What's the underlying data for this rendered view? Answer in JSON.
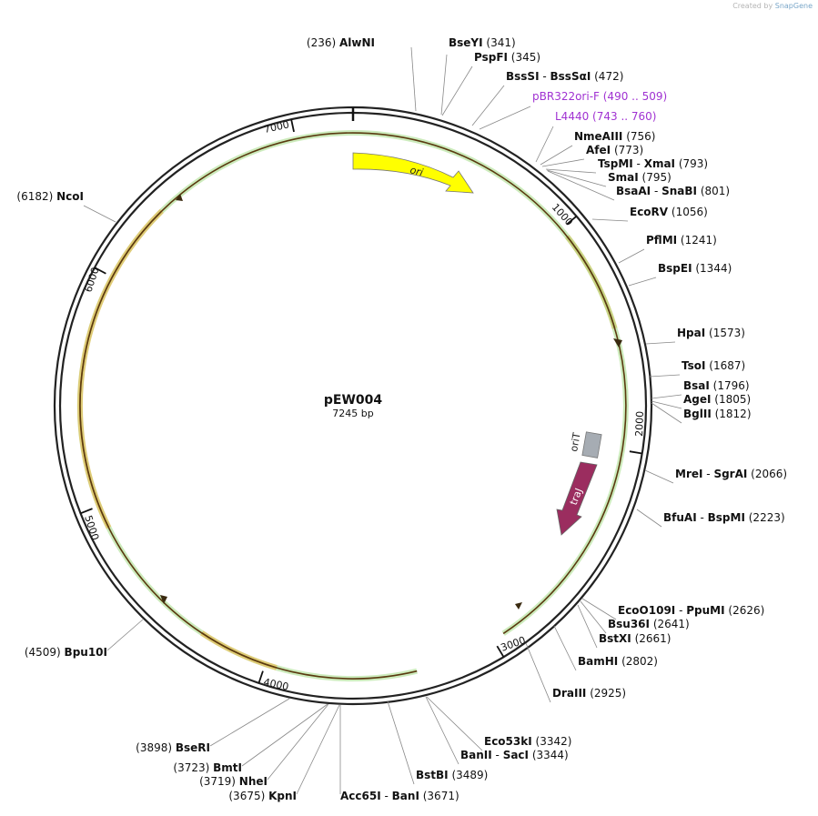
{
  "plasmid": {
    "name": "pEW004",
    "length_label": "7245 bp",
    "length": 7245
  },
  "credit": {
    "prefix": "Created by",
    "brand": "SnapGene"
  },
  "ticks": [
    {
      "bp": 1000,
      "label": "1000"
    },
    {
      "bp": 2000,
      "label": "2000"
    },
    {
      "bp": 3000,
      "label": "3000"
    },
    {
      "bp": 4000,
      "label": "4000"
    },
    {
      "bp": 5000,
      "label": "5000"
    },
    {
      "bp": 6000,
      "label": "6000"
    },
    {
      "bp": 7000,
      "label": "7000"
    }
  ],
  "features": [
    {
      "name": "ori",
      "kind": "ori",
      "label": "ori",
      "color": "#ffff00"
    },
    {
      "name": "oriT",
      "kind": "box",
      "label": "oriT",
      "color": "#a6acb3"
    },
    {
      "name": "traJ",
      "kind": "cds",
      "label": "traJ",
      "color": "#9b2d5f"
    }
  ],
  "orf_colors": {
    "orange": "#f5a623",
    "green": "#8ed36a"
  },
  "sites": [
    {
      "enzymes": [
        "AlwNI"
      ],
      "pos": "(236)",
      "side": "left"
    },
    {
      "enzymes": [
        "BseYI"
      ],
      "pos": "(341)",
      "side": "right"
    },
    {
      "enzymes": [
        "PspFI"
      ],
      "pos": "(345)",
      "side": "right"
    },
    {
      "enzymes": [
        "BssSI",
        "BssSαI"
      ],
      "pos": "(472)",
      "side": "right"
    },
    {
      "enzymes": [
        "pBR322ori-F"
      ],
      "pos": "(490 .. 509)",
      "side": "right",
      "primer": true
    },
    {
      "enzymes": [
        "L4440"
      ],
      "pos": "(743 .. 760)",
      "side": "right",
      "primer": true
    },
    {
      "enzymes": [
        "NmeAIII"
      ],
      "pos": "(756)",
      "side": "right"
    },
    {
      "enzymes": [
        "AfeI"
      ],
      "pos": "(773)",
      "side": "right"
    },
    {
      "enzymes": [
        "TspMI",
        "XmaI"
      ],
      "pos": "(793)",
      "side": "right"
    },
    {
      "enzymes": [
        "SmaI"
      ],
      "pos": "(795)",
      "side": "right"
    },
    {
      "enzymes": [
        "BsaAI",
        "SnaBI"
      ],
      "pos": "(801)",
      "side": "right"
    },
    {
      "enzymes": [
        "EcoRV"
      ],
      "pos": "(1056)",
      "side": "right"
    },
    {
      "enzymes": [
        "PflMI"
      ],
      "pos": "(1241)",
      "side": "right"
    },
    {
      "enzymes": [
        "BspEI"
      ],
      "pos": "(1344)",
      "side": "right"
    },
    {
      "enzymes": [
        "HpaI"
      ],
      "pos": "(1573)",
      "side": "right"
    },
    {
      "enzymes": [
        "TsoI"
      ],
      "pos": "(1687)",
      "side": "right"
    },
    {
      "enzymes": [
        "BsaI"
      ],
      "pos": "(1796)",
      "side": "right"
    },
    {
      "enzymes": [
        "AgeI"
      ],
      "pos": "(1805)",
      "side": "right"
    },
    {
      "enzymes": [
        "BglII"
      ],
      "pos": "(1812)",
      "side": "right"
    },
    {
      "enzymes": [
        "MreI",
        "SgrAI"
      ],
      "pos": "(2066)",
      "side": "right"
    },
    {
      "enzymes": [
        "BfuAI",
        "BspMI"
      ],
      "pos": "(2223)",
      "side": "right"
    },
    {
      "enzymes": [
        "EcoO109I",
        "PpuMI"
      ],
      "pos": "(2626)",
      "side": "right"
    },
    {
      "enzymes": [
        "Bsu36I"
      ],
      "pos": "(2641)",
      "side": "right"
    },
    {
      "enzymes": [
        "BstXI"
      ],
      "pos": "(2661)",
      "side": "right"
    },
    {
      "enzymes": [
        "BamHI"
      ],
      "pos": "(2802)",
      "side": "right"
    },
    {
      "enzymes": [
        "DraIII"
      ],
      "pos": "(2925)",
      "side": "right"
    },
    {
      "enzymes": [
        "Eco53kI"
      ],
      "pos": "(3342)",
      "side": "right"
    },
    {
      "enzymes": [
        "BanII",
        "SacI"
      ],
      "pos": "(3344)",
      "side": "right"
    },
    {
      "enzymes": [
        "BstBI"
      ],
      "pos": "(3489)",
      "side": "right"
    },
    {
      "enzymes": [
        "Acc65I",
        "BanI"
      ],
      "pos": "(3671)",
      "side": "right"
    },
    {
      "enzymes": [
        "KpnI"
      ],
      "pos": "(3675)",
      "side": "left"
    },
    {
      "enzymes": [
        "NheI"
      ],
      "pos": "(3719)",
      "side": "left"
    },
    {
      "enzymes": [
        "BmtI"
      ],
      "pos": "(3723)",
      "side": "left"
    },
    {
      "enzymes": [
        "BseRI"
      ],
      "pos": "(3898)",
      "side": "left"
    },
    {
      "enzymes": [
        "Bpu10I"
      ],
      "pos": "(4509)",
      "side": "left"
    },
    {
      "enzymes": [
        "NcoI"
      ],
      "pos": "(6182)",
      "side": "left"
    }
  ]
}
